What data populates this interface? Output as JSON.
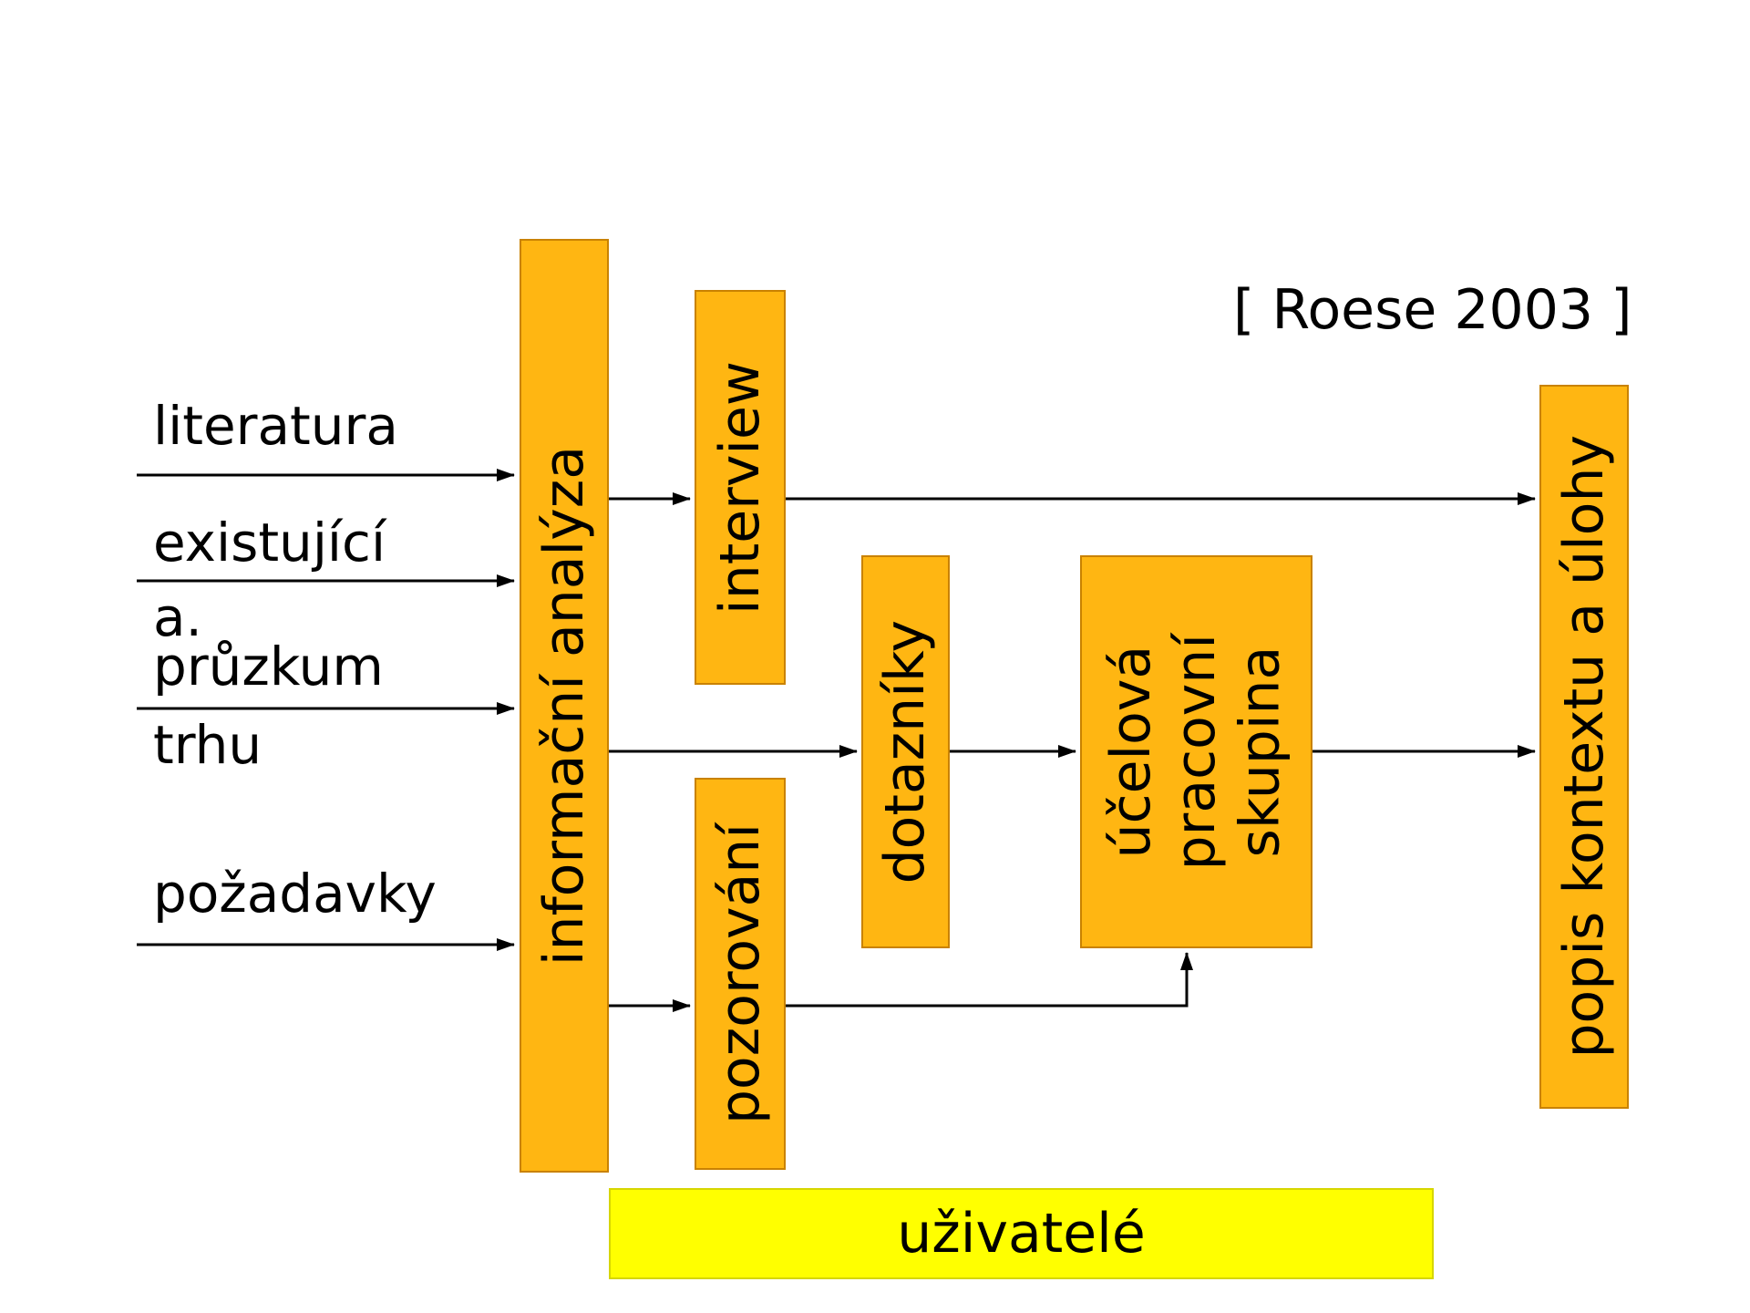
{
  "citation": "[ Roese 2003 ]",
  "colors": {
    "box_fill": "#FFB612",
    "box_border": "#C98200",
    "user_fill": "#FFFF00",
    "user_border": "#D6D600",
    "arrow": "#000000",
    "text": "#000000",
    "background": "#FFFFFF"
  },
  "inputs": {
    "literatura": "literatura",
    "existujici": {
      "line1": "existující",
      "line2": "a."
    },
    "pruzkum": {
      "line1": "průzkum",
      "line2": "trhu"
    },
    "pozadavky": "požadavky"
  },
  "nodes": {
    "informacni_analyza": "informační analýza",
    "interview": "interview",
    "dotazniky": "dotazníky",
    "pozorovani": "pozorování",
    "ucelova_skupina": "účelová\npracovní\nskupina",
    "popis_kontextu": "popis kontextu a úlohy",
    "uzivatele": "uživatelé"
  }
}
